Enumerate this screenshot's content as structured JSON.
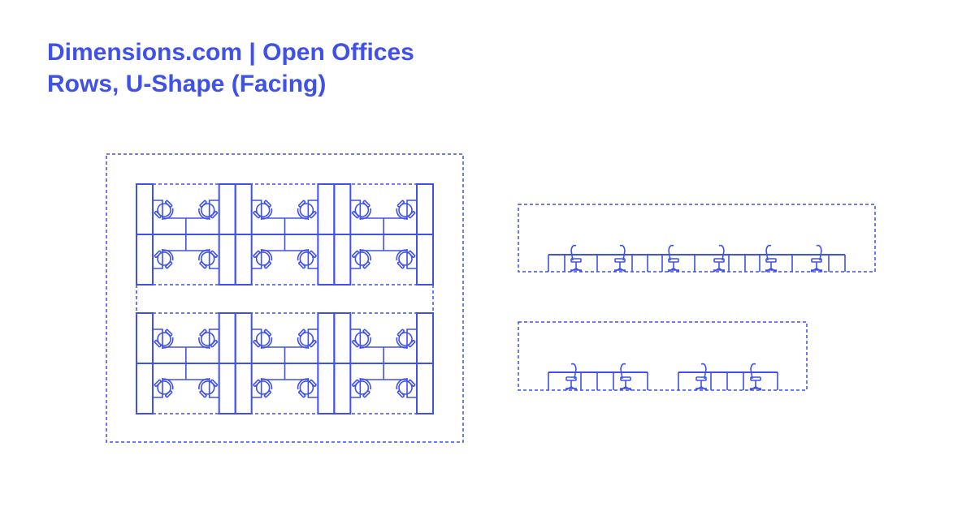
{
  "header": {
    "title_line1": "Dimensions.com | Open Offices",
    "title_line2": "Rows, U-Shape (Facing)"
  },
  "colors": {
    "line": "#3f51e8",
    "background": "#ffffff"
  },
  "views": {
    "plan": {
      "name": "plan-view",
      "rows": 2,
      "columns": 3,
      "workstations_per_unit": 4
    },
    "elevation_long": {
      "name": "elevation-long",
      "chairs": 6
    },
    "elevation_short": {
      "name": "elevation-short",
      "chairs": 4
    }
  }
}
